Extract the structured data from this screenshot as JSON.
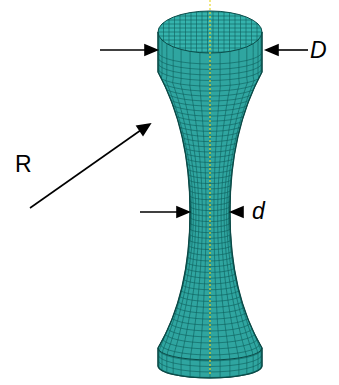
{
  "diagram": {
    "labels": [
      "D",
      "R",
      "d"
    ]
  }
}
